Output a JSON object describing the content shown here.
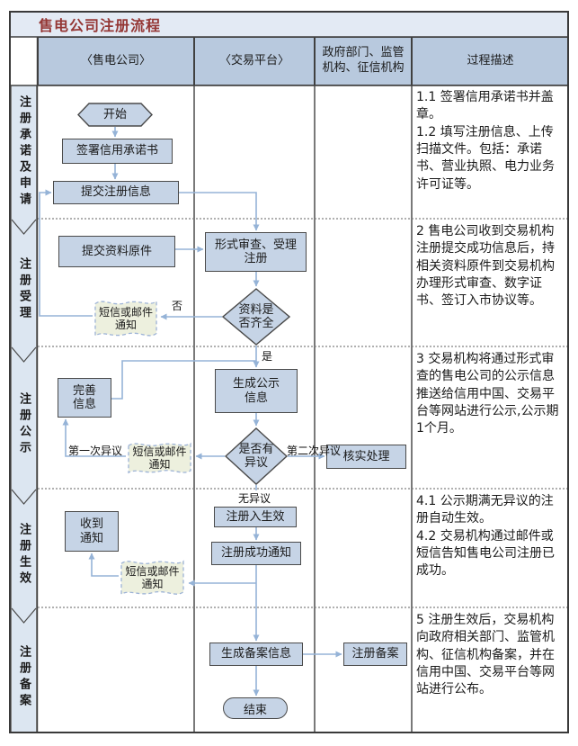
{
  "title": "售电公司注册流程",
  "header": {
    "columns": [
      "〈售电公司〉",
      "〈交易平台〉",
      "政府部门、监管机构、征信机构",
      "过程描述"
    ]
  },
  "lanes": [
    {
      "label": "注册承诺及申请",
      "description": "1.1 签署信用承诺书并盖章。\n1.2 填写注册信息、上传扫描文件。包括：承诺书、营业执照、电力业务许可证等。"
    },
    {
      "label": "注册受理",
      "description": "2 售电公司收到交易机构注册提交成功信息后，持相关资料原件到交易机构办理形式审查、数字证书、签订入市协议等。"
    },
    {
      "label": "注册公示",
      "description": "3 交易机构将通过形式审查的售电公司的公示信息推送给信用中国、交易平台等网站进行公示,公示期1个月。"
    },
    {
      "label": "注册生效",
      "description": "4.1 公示期满无异议的注册自动生效。\n4.2 交易机构通过邮件或短信告知售电公司注册已成功。"
    },
    {
      "label": "注册备案",
      "description": "5 注册生效后，交易机构向政府相关部门、监管机构、征信机构备案，并在信用中国、交易平台等网站进行公布。"
    }
  ],
  "nodes": {
    "start": "开始",
    "sign_commitment": "签署信用承诺书",
    "submit_registration": "提交注册信息",
    "submit_documents": "提交资料原件",
    "formal_review": "形式审查、受理\n注册",
    "materials_complete": "资料是\n否齐全",
    "notify": "短信或邮件\n通知",
    "improve_info": "完善\n信息",
    "generate_publicity": "生成公示\n信息",
    "has_objection": "是否有\n异议",
    "verify_handle": "核实处理",
    "registration_effective": "注册入生效",
    "success_notice": "注册成功通知",
    "receive_notice": "收到\n通知",
    "generate_filing": "生成备案信息",
    "registration_filing": "注册备案",
    "end": "结束"
  },
  "edge_labels": {
    "no": "否",
    "yes": "是",
    "first_objection": "第一次异议",
    "second_objection": "第二次异议",
    "no_objection": "无异议"
  },
  "colors": {
    "title_text": "#943634",
    "header_fill": "#B8C9DE",
    "lane_fill": "#DCE6F1",
    "node_fill": "#C6D4E6",
    "node_border": "#4A4A4A",
    "doc_fill": "#EDF0DE",
    "doc_border": "#9DB3D6",
    "connector": "#95B3D7"
  }
}
